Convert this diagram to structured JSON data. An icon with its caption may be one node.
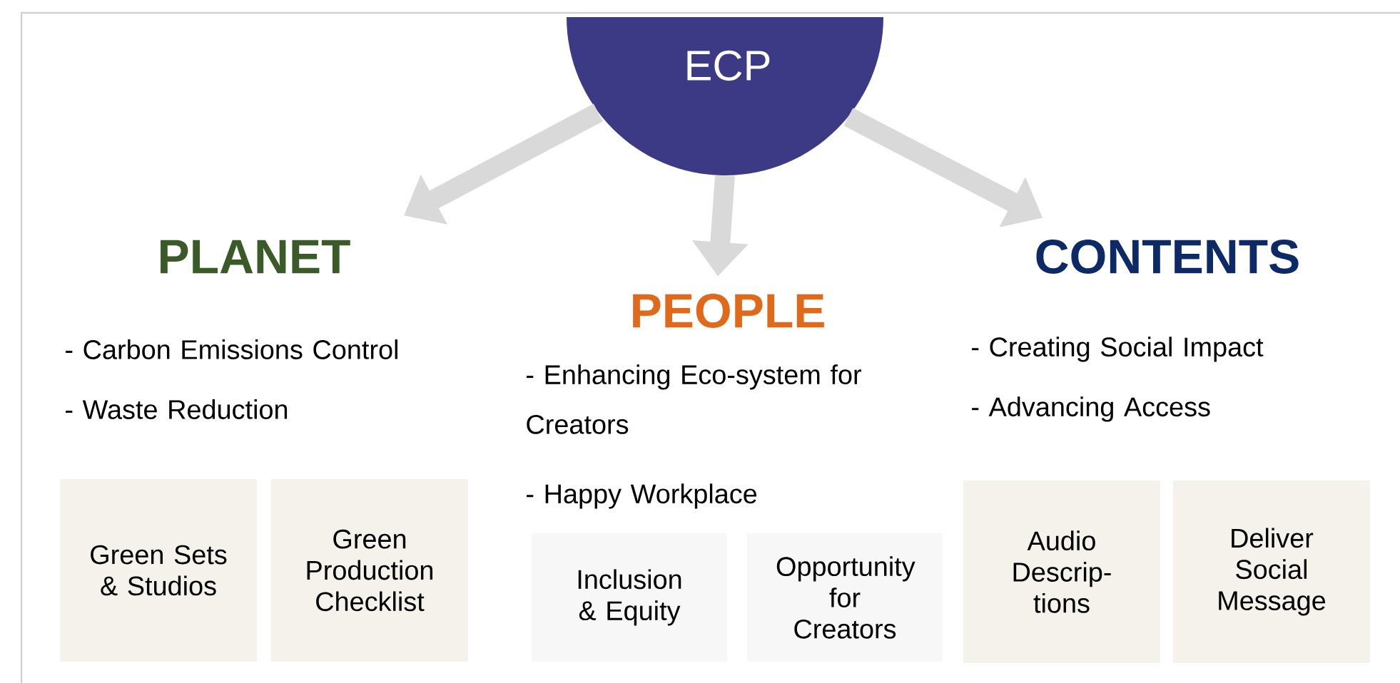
{
  "diagram": {
    "nodes": [
      {
        "text": [
          "ECP"
        ]
      },
      {
        "text": [
          "PLANET"
        ]
      },
      {
        "text": [
          "PEOPLE"
        ]
      },
      {
        "text": [
          "CONTENTS"
        ]
      },
      {
        "text": [
          "Green Sets & Studios"
        ]
      },
      {
        "text": [
          "Green Production Checklist"
        ]
      },
      {
        "text": [
          "Inclusion & Equity"
        ]
      },
      {
        "text": [
          "Opportunity for Creators"
        ]
      },
      {
        "text": [
          "Audio Descrip- tions"
        ]
      },
      {
        "text": [
          "Deliver Social Message"
        ]
      }
    ],
    "edges": [
      {
        "from": 0,
        "to": 1,
        "arrow": "to"
      },
      {
        "from": 0,
        "to": 2,
        "arrow": "to"
      },
      {
        "from": 0,
        "to": 3,
        "arrow": "to"
      }
    ],
    "labels": [
      "- Carbon Emissions Control",
      "- Waste Reduction",
      "- Enhancing Eco-system for Creators",
      "- Happy Workplace",
      "- Creating Social Impact",
      "- Advancing Access"
    ]
  }
}
